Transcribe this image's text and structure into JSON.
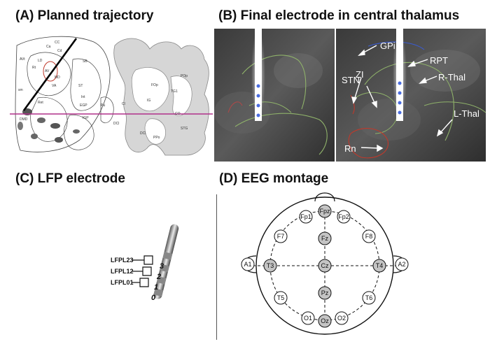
{
  "panelA": {
    "title": "(A) Planned trajectory",
    "atlas_labels": [
      "Ca",
      "Cd",
      "SB",
      "LD",
      "Rt",
      "AV",
      "MD",
      "VA",
      "Int",
      "EGP",
      "Pu",
      "IG",
      "FOp",
      "POp",
      "TG1",
      "Cl",
      "DCl",
      "STG",
      "PPo",
      "CO",
      "AVt",
      "ST",
      "CC",
      "IGP",
      "DCl",
      "sm",
      "DMD",
      "Ret"
    ]
  },
  "panelB": {
    "title": "(B) Final electrode in central thalamus",
    "labels": {
      "gpi": "GPi",
      "rpt": "RPT",
      "rthal": "R-Thal",
      "stn": "STN",
      "zi": "ZI",
      "lthal": "L-Thal",
      "rn": "Rn"
    }
  },
  "panelC": {
    "title": "(C) LFP electrode",
    "labels": {
      "l23": "LFPL23",
      "l12": "LFPL12",
      "l01": "LFPL01"
    },
    "contacts": [
      "3",
      "2",
      "1",
      "0"
    ]
  },
  "panelD": {
    "title": "(D) EEG montage",
    "electrodes": {
      "fpz": "Fpz",
      "fp1": "Fp1",
      "fp2": "Fp2",
      "f7": "F7",
      "f8": "F8",
      "fz": "Fz",
      "a1": "A1",
      "a2": "A2",
      "t3": "T3",
      "t4": "T4",
      "cz": "Cz",
      "t5": "T5",
      "t6": "T6",
      "pz": "Pz",
      "o1": "O1",
      "o2": "O2",
      "oz": "Oz"
    },
    "colors": {
      "highlight": "#c4c4c4",
      "plain": "#ffffff"
    }
  }
}
